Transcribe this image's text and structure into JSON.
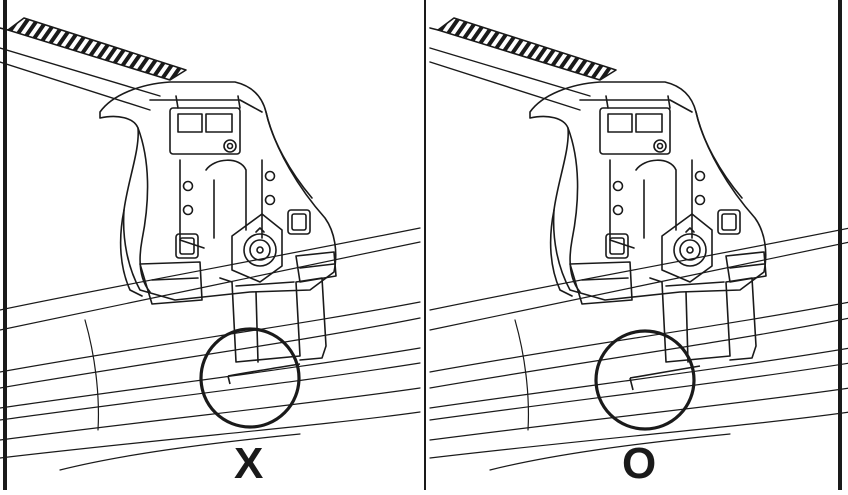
{
  "panels": [
    {
      "id": "left",
      "label": "X"
    },
    {
      "id": "right",
      "label": "O"
    }
  ],
  "colors": {
    "line": "#1a1a1a",
    "background": "#ffffff"
  }
}
